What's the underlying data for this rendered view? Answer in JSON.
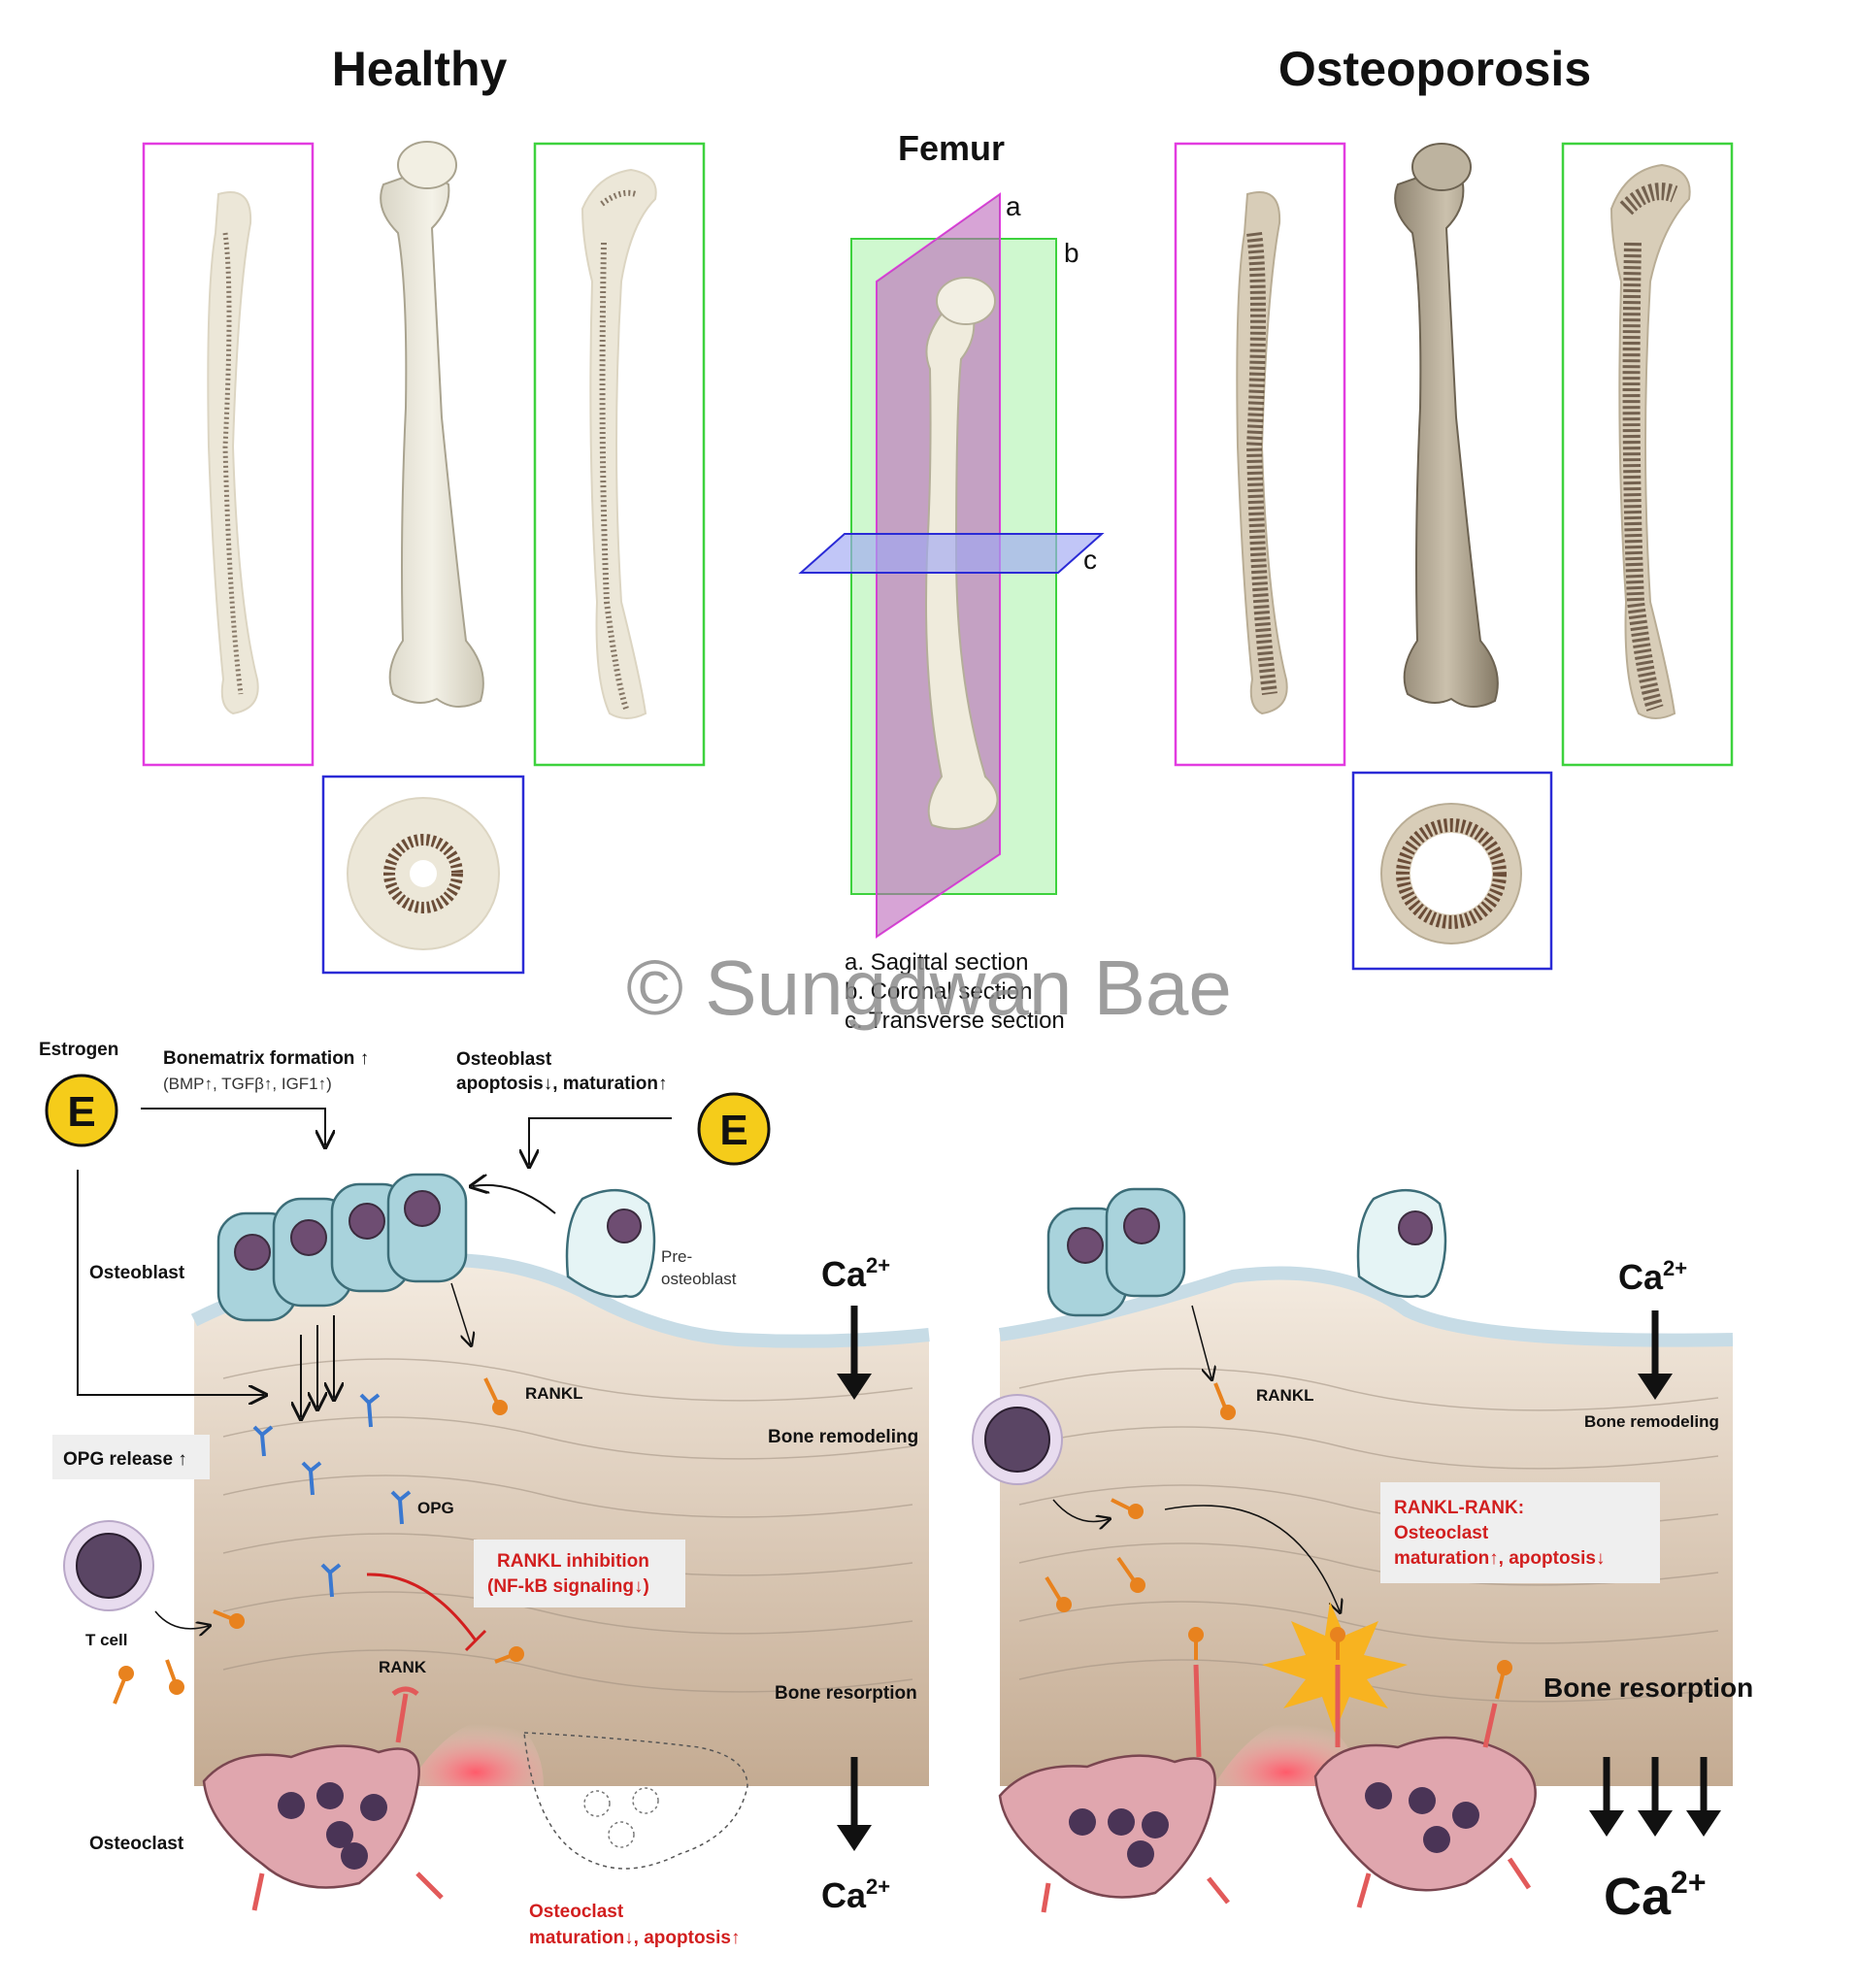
{
  "titles": {
    "healthy": "Healthy",
    "osteoporosis": "Osteoporosis",
    "femur": "Femur"
  },
  "planes": {
    "a": "a",
    "b": "b",
    "c": "c"
  },
  "legend": [
    "a. Sagittal section",
    "b. Coronal section",
    "c. Transverse section"
  ],
  "watermark": "© Sungdwan Bae",
  "healthy": {
    "estrogen": "Estrogen",
    "e_badge": "E",
    "bonematrix": "Bonematrix formation ↑",
    "bonematrix_sub": "(BMP↑, TGFβ↑, IGF1↑)",
    "osteoblast_effect_1": "Osteoblast",
    "osteoblast_effect_2": "apoptosis↓, maturation↑",
    "osteoblast": "Osteoblast",
    "pre_osteoblast_1": "Pre-",
    "pre_osteoblast_2": "osteoblast",
    "ca_top": "Ca",
    "ca_sup": "2+",
    "rankl": "RANKL",
    "bone_remodeling": "Bone remodeling",
    "opg_release": "OPG release ↑",
    "opg": "OPG",
    "rankl_inhibition_1": "RANKL inhibition",
    "rankl_inhibition_2": "(NF-kB signaling↓)",
    "t_cell": "T cell",
    "rank": "RANK",
    "bone_resorption": "Bone resorption",
    "osteoclast": "Osteoclast",
    "osteoclast_effect_1": "Osteoclast",
    "osteoclast_effect_2": "maturation↓, apoptosis↑"
  },
  "osteo": {
    "ca_top": "Ca",
    "ca_sup": "2+",
    "rankl": "RANKL",
    "bone_remodeling": "Bone remodeling",
    "rankl_rank_1": "RANKL-RANK:",
    "rankl_rank_2": "Osteoclast",
    "rankl_rank_3": "maturation↑, apoptosis↓",
    "bone_resorption": "Bone resorption"
  },
  "colors": {
    "sagittal": "#f03cf0",
    "coronal": "#3ed23e",
    "transverse": "#2b2bd6",
    "estrogen": "#f5cc1a",
    "inhibition": "#d21f1f",
    "opg": "#3a78d0",
    "rankl": "#e8821e",
    "osteoclast": "#e0a6ae",
    "osteoblast": "#a9d3dc"
  }
}
